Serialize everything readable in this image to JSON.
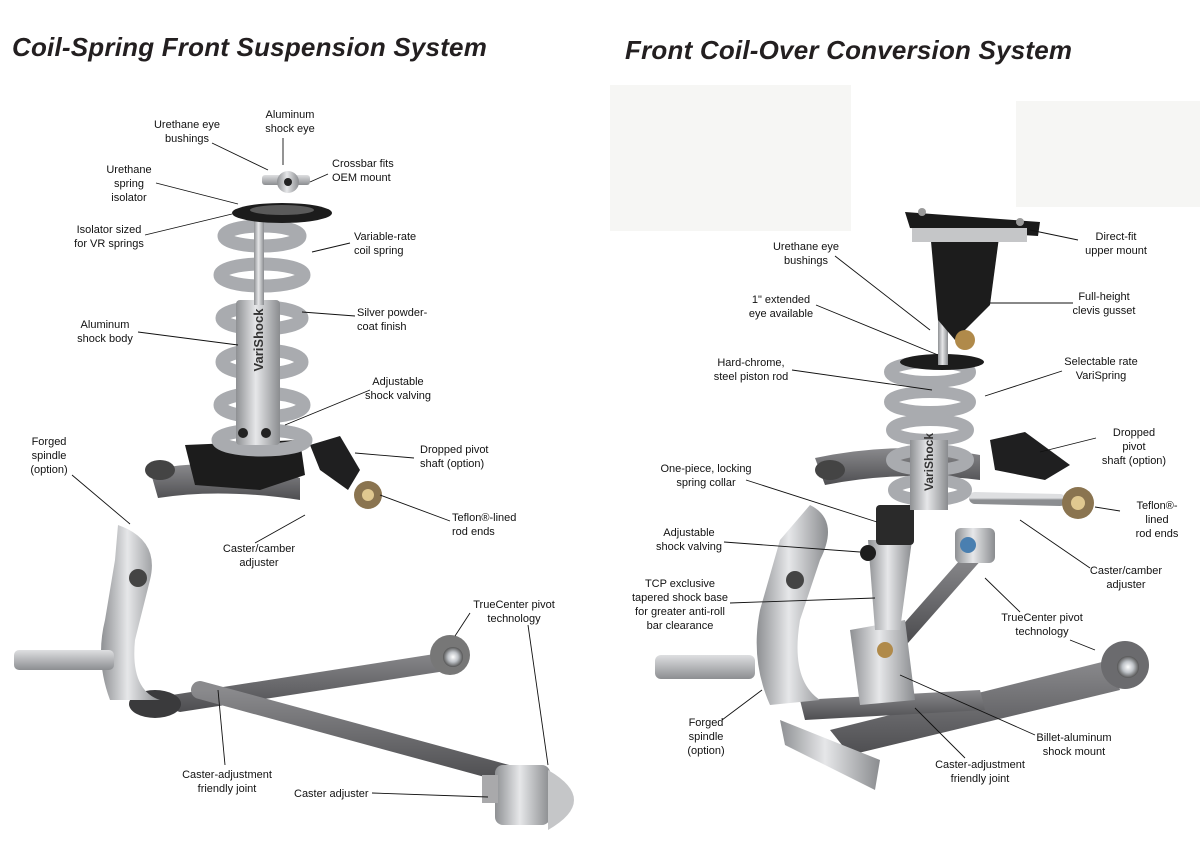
{
  "left_system": {
    "title": "Coil-Spring Front Suspension System",
    "callouts": {
      "aluminum_shock_eye": "Aluminum\nshock eye",
      "urethane_eye_bushings": "Urethane eye\nbushings",
      "crossbar": "Crossbar fits\nOEM mount",
      "spring_isolator": "Urethane\nspring\nisolator",
      "isolator_sized": "Isolator sized\nfor VR springs",
      "variable_rate": "Variable-rate\ncoil spring",
      "silver_coat": "Silver powder-\ncoat finish",
      "aluminum_body": "Aluminum\nshock body",
      "adjustable_valving": "Adjustable\nshock valving",
      "forged_spindle": "Forged\nspindle\n(option)",
      "dropped_pivot": "Dropped pivot\nshaft (option)",
      "teflon_rod_ends": "Teflon®-lined\nrod ends",
      "caster_camber": "Caster/camber\nadjuster",
      "truecenter": "TrueCenter pivot\ntechnology",
      "caster_friendly_joint": "Caster-adjustment\nfriendly joint",
      "caster_adjuster": "Caster adjuster"
    },
    "shock_brand": "VariShock"
  },
  "right_system": {
    "title": "Front Coil-Over Conversion System",
    "callouts": {
      "direct_fit": "Direct-fit\nupper mount",
      "urethane_eye_bushings": "Urethane eye\nbushings",
      "full_height_gusset": "Full-height\nclevis gusset",
      "extended_eye": "1\" extended\neye available",
      "hard_chrome": "Hard-chrome,\nsteel piston rod",
      "selectable_rate": "Selectable rate\nVariSpring",
      "dropped_pivot": "Dropped pivot\nshaft (option)",
      "one_piece_collar": "One-piece, locking\nspring collar",
      "teflon_rod_ends": "Teflon®-lined\nrod ends",
      "adjustable_valving": "Adjustable\nshock valving",
      "caster_camber": "Caster/camber\nadjuster",
      "tcp_tapered": "TCP exclusive\ntapered shock base\nfor greater anti-roll\nbar clearance",
      "truecenter": "TrueCenter pivot\ntechnology",
      "forged_spindle": "Forged\nspindle\n(option)",
      "billet_mount": "Billet-aluminum\nshock mount",
      "caster_friendly_joint": "Caster-adjustment\nfriendly joint"
    },
    "shock_brand": "VariShock"
  },
  "colors": {
    "arm_gray": "#6e6e70",
    "spindle_silver": "#b8b8ba",
    "spring_silver": "#a9abaf",
    "shock_silver": "#c9cacc",
    "bracket_black": "#1c1c1c",
    "brass": "#b08a4a"
  }
}
